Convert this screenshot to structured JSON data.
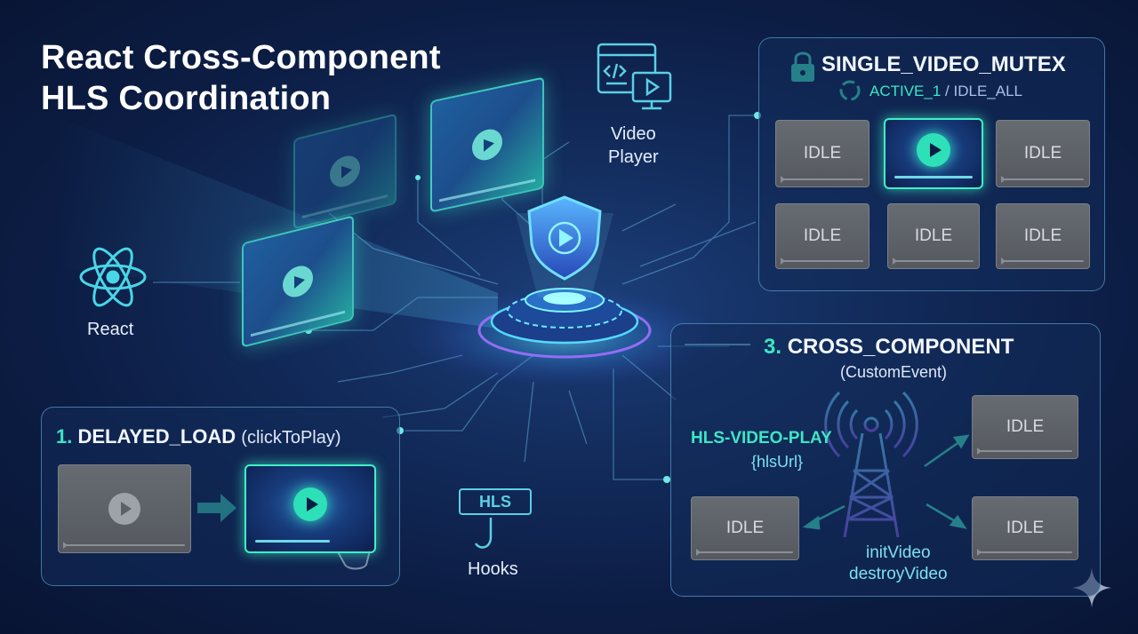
{
  "title": {
    "line1": "React Cross-Component",
    "line2": "HLS Coordination"
  },
  "icons": {
    "react_label": "React",
    "video_player_line1": "Video",
    "video_player_line2": "Player",
    "hooks_label": "Hooks",
    "hls_badge": "HLS"
  },
  "mutex": {
    "title": "SINGLE_VIDEO_MUTEX",
    "status_active": "ACTIVE_1",
    "status_sep": " / ",
    "status_idle": "IDLE_ALL",
    "tiles": [
      "IDLE",
      "IDLE",
      "IDLE",
      "IDLE",
      "IDLE"
    ]
  },
  "delayed_load": {
    "number": "1.",
    "title": "DELAYED_LOAD",
    "subtitle": "(clickToPlay)"
  },
  "cross_component": {
    "number": "3.",
    "title": "CROSS_COMPONENT",
    "subtitle": "(CustomEvent)",
    "event_name": "HLS-VIDEO-PLAY",
    "event_param": "{hlsUrl}",
    "action1": "initVideo",
    "action2": "destroyVideo",
    "tiles": [
      "IDLE",
      "IDLE",
      "IDLE"
    ]
  },
  "colors": {
    "accent": "#3ee6c4",
    "background": "#0c1d44",
    "panel_border": "#6ebee6"
  }
}
